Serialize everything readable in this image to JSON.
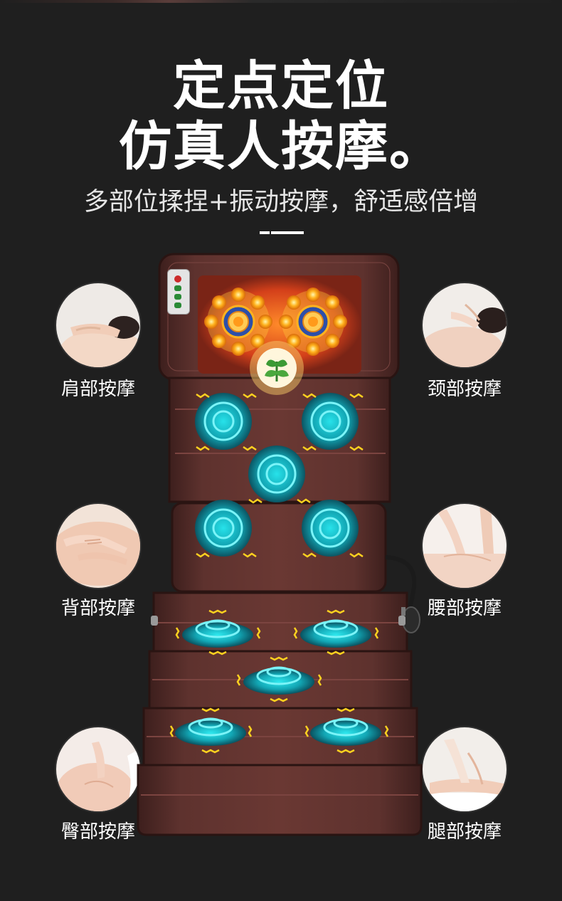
{
  "headline": {
    "line1": "定点定位",
    "line2": "仿真人按摩。",
    "subtitle": "多部位揉捏+振动按摩，舒适感倍增"
  },
  "features": {
    "shoulder": "肩部按摩",
    "neck": "颈部按摩",
    "back": "背部按摩",
    "waist": "腰部按摩",
    "hip": "臀部按摩",
    "leg": "腿部按摩"
  },
  "colors": {
    "background": "#1f1f1f",
    "mat": "#5b2f2c",
    "vibration_glow": "#18d0d8",
    "heat_glow": "#ff7a1a",
    "wave_yellow": "#ffd21f"
  },
  "icons": {
    "herb": "herb-leaf-icon",
    "controller": "remote-controller-icon",
    "vibration": "vibration-wave-icon",
    "heat": "heat-node-icon"
  }
}
